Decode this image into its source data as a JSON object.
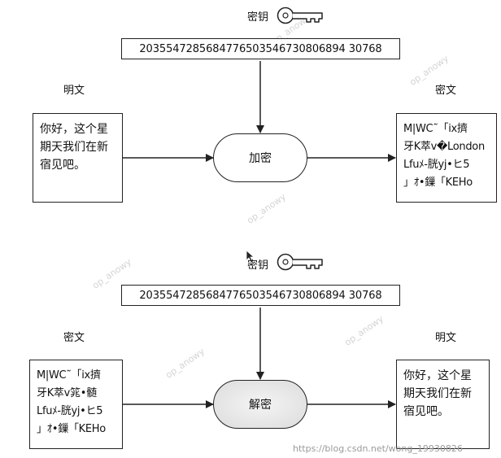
{
  "encrypt_section": {
    "key_label": "密钥",
    "key_value": "2035547285684776503546730806894 30768",
    "plain_label": "明文",
    "plain_text": "你好，这个星\n期天我们在新\n宿见吧。",
    "process_label": "加密",
    "cipher_label": "密文",
    "cipher_text": "M|WC˜「ix擠\n牙K萃v�London\nLfuﾒ-胱yj•ヒ5\n」ｵ•鏁「KEHo"
  },
  "decrypt_section": {
    "key_label": "密钥",
    "key_value": "2035547285684776503546730806894 30768",
    "cipher_label": "密文",
    "cipher_text": "M|WC˜「ix擠\n牙K萃v筄•髄\nLfuﾒ-胱yj•ヒ5\n」ｵ•鏁「KEHo",
    "process_label": "解密",
    "plain_label": "明文",
    "plain_text": "你好，这个星\n期天我们在新\n宿见吧。"
  },
  "watermark": "https://blog.csdn.net/wong_19930826",
  "background_watermark": "op_anowy",
  "icons": [
    "key-icon",
    "cursor-icon"
  ],
  "colors": {
    "line": "#222222",
    "background": "#ffffff",
    "decrypt_fill": "#e6e6e6"
  }
}
